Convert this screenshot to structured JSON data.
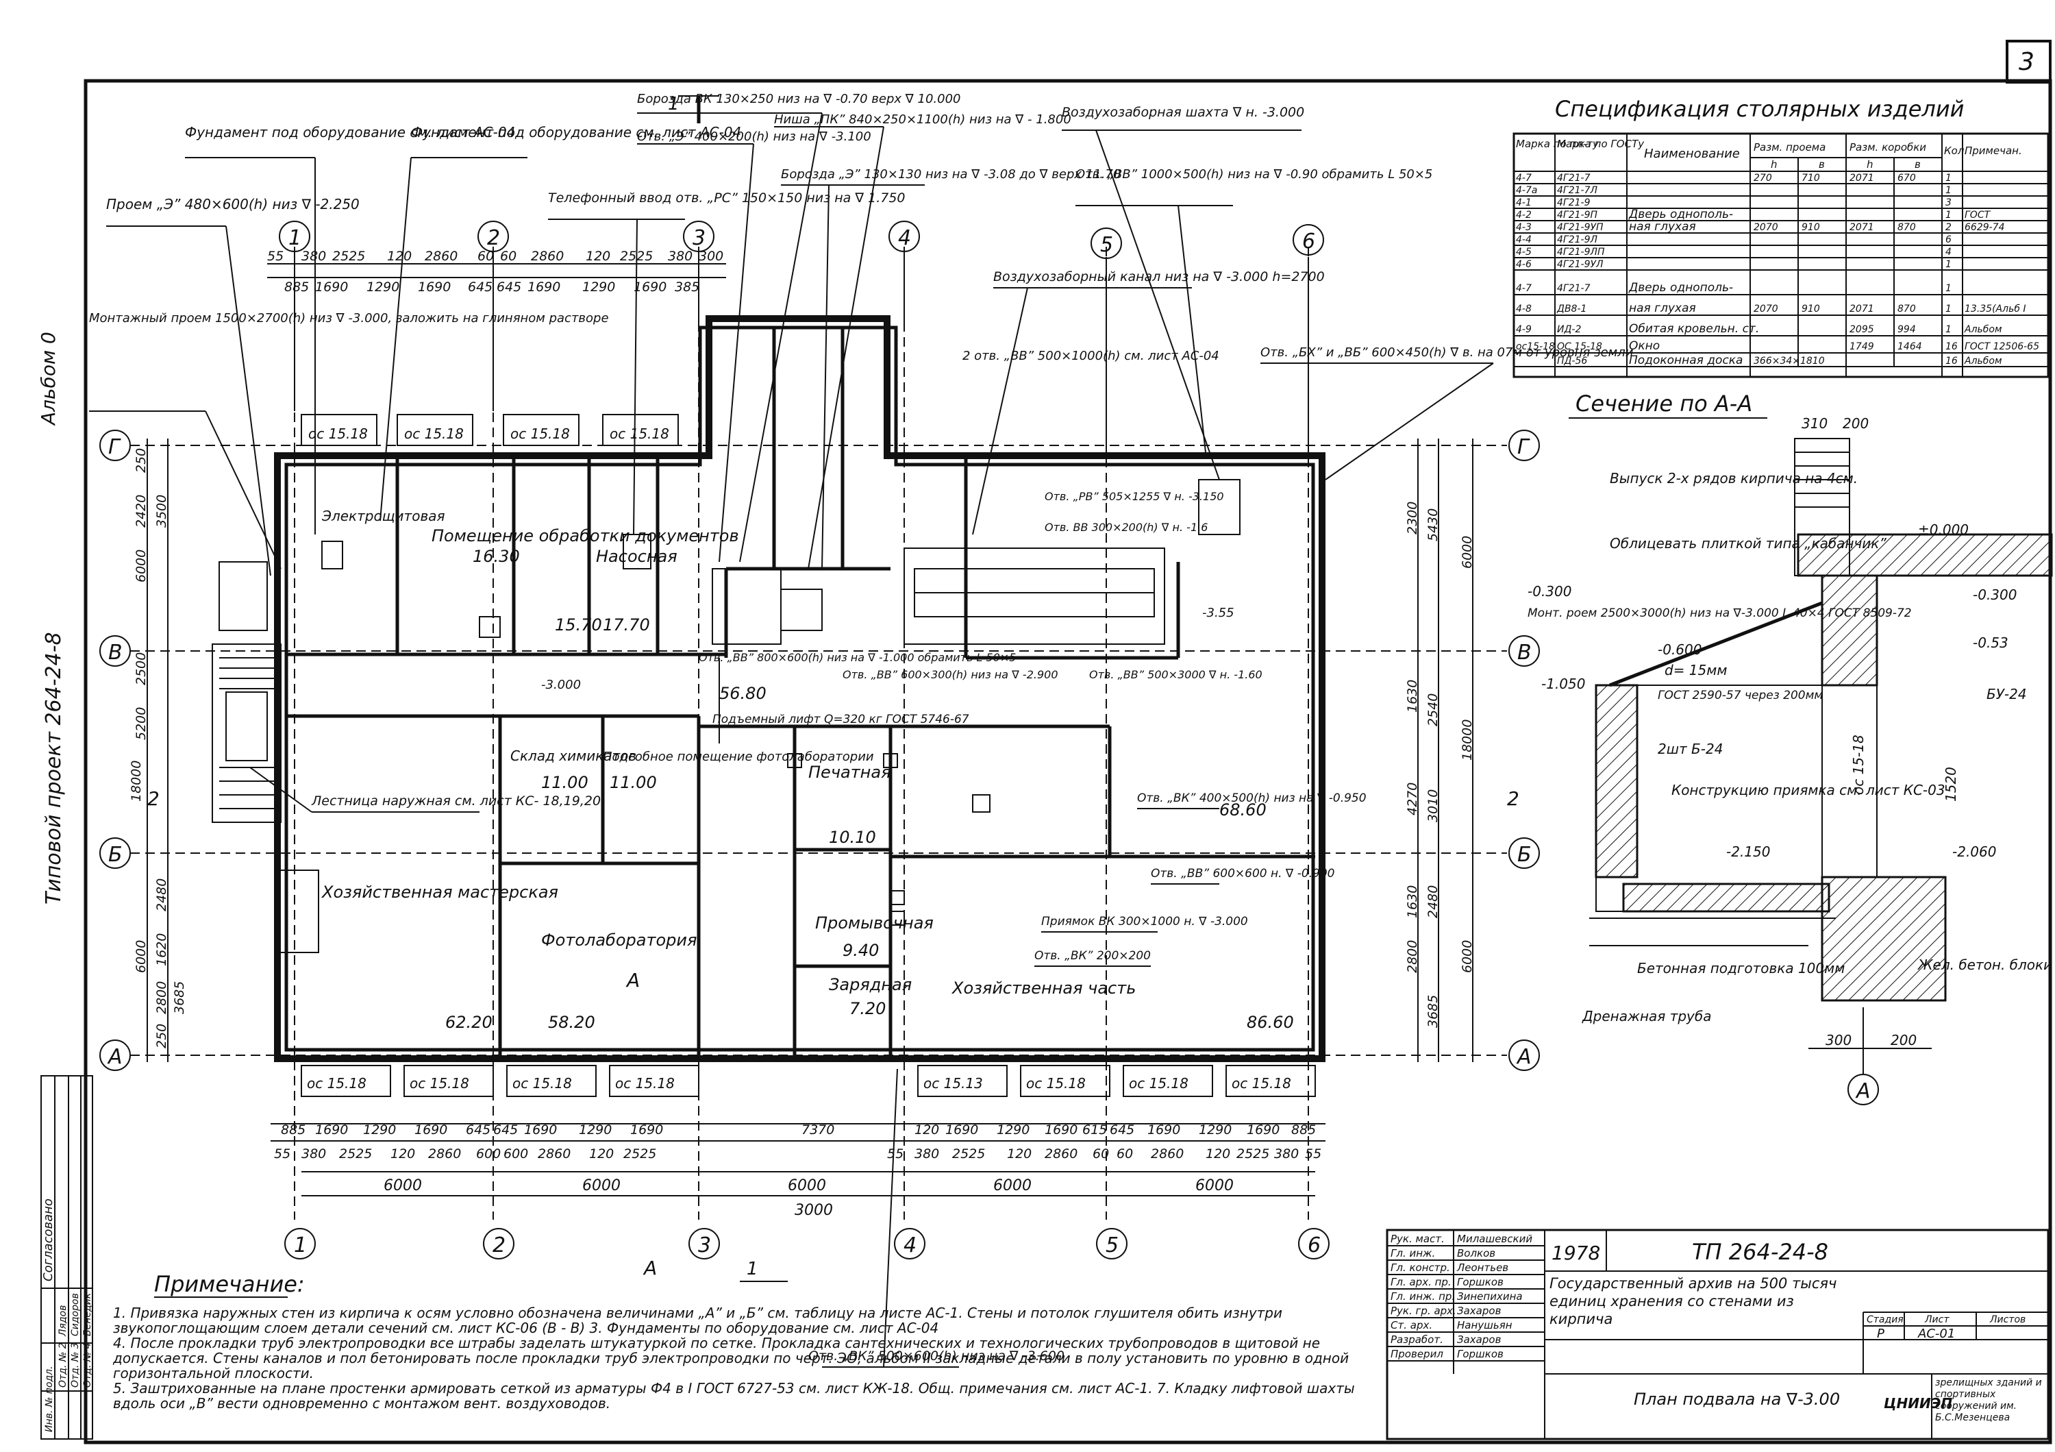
{
  "sheet_number": "3",
  "album_label": "Альбом 0",
  "side_project": "Типовой проект 264-24-8",
  "spec": {
    "title": "Спецификация столярных изделий",
    "headers": [
      "Марка по пл-ту",
      "Марка по ГОСТу",
      "Наименование",
      "Разм. проема",
      "Разм. коробки",
      "Кол.",
      "Примечан."
    ],
    "sub_headers": [
      "h",
      "в",
      "h",
      "в"
    ],
    "rows": [
      [
        "4-7",
        "4Г21-7",
        "",
        "270",
        "710",
        "2071",
        "670",
        "1",
        ""
      ],
      [
        "4-7а",
        "4Г21-7Л",
        "",
        "",
        "",
        "",
        "",
        "1",
        ""
      ],
      [
        "4-1",
        "4Г21-9",
        "",
        "",
        "",
        "",
        "",
        "3",
        ""
      ],
      [
        "4-2",
        "4Г21-9П",
        "Дверь однополь-",
        "",
        "",
        "",
        "",
        "1",
        "ГОСТ"
      ],
      [
        "4-3",
        "4Г21-9УП",
        "ная глухая",
        "2070",
        "910",
        "2071",
        "870",
        "2",
        "6629-74"
      ],
      [
        "4-4",
        "4Г21-9Л",
        "",
        "",
        "",
        "",
        "",
        "6",
        ""
      ],
      [
        "4-5",
        "4Г21-9ЛП",
        "",
        "",
        "",
        "",
        "",
        "4",
        ""
      ],
      [
        "4-6",
        "4Г21-9УЛ",
        "",
        "",
        "",
        "",
        "",
        "1",
        ""
      ],
      [
        "4-7",
        "4Г21-7",
        "Дверь однополь-",
        "",
        "",
        "",
        "",
        "1",
        ""
      ],
      [
        "4-8",
        "ДВ8-1",
        "ная глухая",
        "2070",
        "910",
        "2071",
        "870",
        "1",
        "13.35(Альб I"
      ],
      [
        "4-9",
        "ИД-2",
        "Обитая кровельн. ст.",
        "",
        "",
        "2095",
        "994",
        "1",
        "Альбом"
      ],
      [
        "ос15-18",
        "ОС 15-18",
        "Окно",
        "",
        "",
        "1749",
        "1464",
        "16",
        "ГОСТ 12506-65"
      ],
      [
        "",
        "ПД-56",
        "Подоконная доска",
        "366×34×1810",
        "",
        "",
        "",
        "16",
        "Альбом"
      ]
    ]
  },
  "section": {
    "title": "Сечение по А-А",
    "labels": [
      "Выпуск 2-х рядов кирпича на 4см.",
      "Облицевать плиткой типа „кабанчик”",
      "Монт. роем 2500×3000(h) низ на ∇-3.000 L 40×4 ГОСТ 8509-72",
      "d= 15мм",
      "ГОСТ 2590-57 через 200мм",
      "2шт Б-24",
      "Конструкцию приямка см. лист КС-03",
      "Бетонная подготовка 100мм",
      "Дренажная труба",
      "Жел. бетон. блоки",
      "БУ-24"
    ],
    "levels": [
      "±0.000",
      "-0.300",
      "-0.300",
      "-0.600",
      "-0.53",
      "-1.050",
      "-2.150",
      "-2.060",
      "1520",
      "ос 15-18"
    ],
    "dims": [
      "310",
      "200",
      "300",
      "200"
    ],
    "axis": "А"
  },
  "plan": {
    "axes_top": [
      "1",
      "2",
      "3",
      "4",
      "5",
      "6"
    ],
    "axes_side": [
      "Г",
      "В",
      "Б",
      "А"
    ],
    "rooms": [
      {
        "name": "Помещение обработки документов",
        "area": "16.30"
      },
      {
        "name": "Насосная",
        "area": "17.70"
      },
      {
        "name": "Электрощитовая",
        "area": "15.70"
      },
      {
        "name": "Склад химикатов",
        "area": "11.00"
      },
      {
        "name": "Подсобное помещение фотолаборатории",
        "area": "11.00"
      },
      {
        "name": "Печатная",
        "area": "10.10"
      },
      {
        "name": "Хозяйственная мастерская",
        "area": "62.20"
      },
      {
        "name": "Фотолаборатория",
        "area": "58.20"
      },
      {
        "name": "Промывочная",
        "area": "9.40"
      },
      {
        "name": "Зарядная",
        "area": "7.20"
      },
      {
        "name": "Хозяйственная часть",
        "area": "86.60"
      },
      {
        "name": "",
        "area": "56.80"
      },
      {
        "name": "",
        "area": "68.60"
      }
    ],
    "windows": [
      "ос 15.18",
      "ос 15.18",
      "ос 15.18",
      "ос 15.18",
      "ос 15.18",
      "ос 15.13",
      "ос 15.18",
      "ос 15.18",
      "ос 15.18"
    ],
    "callouts": [
      "Фундамент под оборудование см. лист АС-04",
      "Фундамент под оборудование см. лист АС-04",
      "Проем „Э” 480×600(h) низ ∇ -2.250",
      "Телефонный ввод отв. „РС” 150×150 низ на ∇ 1.750",
      "Борозда ВК 130×250 низ на ∇ -0.70 верх ∇ 10.000",
      "Отв. „Э” 400×200(h) низ на ∇ -3.100",
      "Ниша „ПК” 840×250×1100(h) низ на ∇ - 1.800",
      "Борозда „Э” 130×130 низ на ∇ -3.08 до ∇ верх 11.70",
      "Воздухозаборная шахта ∇ н. -3.000",
      "Отв. „ВВ” 1000×500(h) низ на ∇ -0.90 обрамить L 50×5",
      "Воздухозаборный канал низ на ∇ -3.000 h=2700",
      "2 отв. „ВВ” 500×1000(h) см. лист АС-04",
      "Отв. „БХ” и „ВБ” 600×450(h) ∇ в. на 07м от уровня земли",
      "Монтажный проем 1500×2700(h) низ ∇ -3.000, заложить на глиняном растворе",
      "Лестница наружная см. лист КС- 18,19,20",
      "Подъемный лифт Q=320 кг ГОСТ 5746-67",
      "Отв. „ВК” 400×500(h) низ на ∇ -0.950",
      "Отв. „ВВ” 600×600 н. ∇ -0.900",
      "Приямок ВК 300×1000 н. ∇ -3.000",
      "Отв. „ВК” 200×200",
      "Отв. „ВК” 500×600(h) низ на ∇ -3.600",
      "Отв. „ВВ” 800×600(h) низ на ∇ -1.000 обрамить L 50×5",
      "Отв. „ВВ” 600×300(h) низ на ∇ -2.900",
      "Отв. „ВВ” 500×3000 ∇ н. -1.60",
      "Отв. „РВ” 505×1255 ∇ н. -3.150",
      "Отв. ВВ 300×200(h) ∇ н. -1.6",
      "-3.55",
      "-3.000"
    ],
    "dims_top": [
      "55",
      "380",
      "2525",
      "120",
      "2860",
      "60",
      "60",
      "2860",
      "120",
      "2525",
      "380",
      "300"
    ],
    "dims_top2": [
      "885",
      "1690",
      "1290",
      "1690",
      "645",
      "645",
      "1690",
      "1290",
      "1690",
      "385"
    ],
    "dims_bottom": [
      "885",
      "1690",
      "1290",
      "1690",
      "645",
      "645",
      "1690",
      "1290",
      "1690",
      "7370",
      "120",
      "1690",
      "1290",
      "1690",
      "615",
      "645",
      "1690",
      "1290",
      "1690",
      "885"
    ],
    "dims_bottom2": [
      "55",
      "380",
      "2525",
      "120",
      "2860",
      "600",
      "600",
      "2860",
      "120",
      "2525",
      "55",
      "380",
      "2525",
      "120",
      "2860",
      "60",
      "60",
      "2860",
      "120",
      "2525",
      "380",
      "55"
    ],
    "spans_bottom": [
      "6000",
      "6000",
      "6000",
      "6000",
      "6000"
    ],
    "total_bottom": "3000",
    "dims_left": [
      "250",
      "2420",
      "3500",
      "6000",
      "2500",
      "5200",
      "18000",
      "2480",
      "1620",
      "2800",
      "3685",
      "6000",
      "250"
    ],
    "dims_right": [
      "2300",
      "5430",
      "6000",
      "1630",
      "2540",
      "18000",
      "4270",
      "3010",
      "6000",
      "2480",
      "1630",
      "2800",
      "3685"
    ],
    "section_marks": [
      "1",
      "1",
      "2",
      "2",
      "А",
      "А"
    ]
  },
  "notes": {
    "title": "Примечание:",
    "items": [
      "1. Привязка наружных стен из кирпича к осям условно обозначена величинами „А” и „Б” см. таблицу на листе АС-1. Стены и потолок глушителя обить изнутри звукопоглощающим слоем детали сечений см. лист КС-06 (В - В) 3. Фундаменты по оборудование см. лист АС-04",
      "4. После прокладки труб электропроводки все штрабы заделать штукатуркой по сетке. Прокладка сантехнических и технологических трубопроводов в щитовой не допускается. Стены каналов и пол бетонировать после прокладки труб электропроводки по черт. ЭО, альбом II закладные детали в полу установить по уровню в одной горизонтальной плоскости.",
      "5. Заштрихованные на плане простенки армировать сеткой из арматуры Ф4 в I ГОСТ 6727-53 см. лист КЖ-18. Общ. примечания см. лист АС-1. 7. Кладку лифтовой шахты вдоль оси „В” вести одновременно с монтажом вент. воздуховодов."
    ]
  },
  "left_stamp": [
    "Согласовано",
    "Инв. № подл.",
    "Отд. № 2",
    "Отд. № 3",
    "Отд. № 4",
    "Лядов",
    "Сидоров",
    "Бенедик"
  ],
  "title_block": {
    "roles": [
      [
        "Рук. маст.",
        "Милашевский"
      ],
      [
        "Гл. инж.",
        "Волков"
      ],
      [
        "Гл. констр.",
        "Леонтьев"
      ],
      [
        "Гл. арх. пр.",
        "Горшков"
      ],
      [
        "Гл. инж. пр.",
        "Зинепихина"
      ],
      [
        "Рук. гр. арх.",
        "Захаров"
      ],
      [
        "Ст. арх.",
        "Нанушьян"
      ],
      [
        "Разработ.",
        "Захаров"
      ],
      [
        "Проверил",
        "Горшков"
      ]
    ],
    "year": "1978",
    "project_code": "ТП 264-24-8",
    "description": "Государственный архив на 500 тысяч единиц хранения со стенами из кирпича",
    "stage_header": "Стадия",
    "sheet_header": "Лист",
    "sheets_header": "Листов",
    "stage": "Р",
    "sheet": "АС-01",
    "drawing_title": "План подвала на ∇-3.00",
    "org_logo": "ЦНИИЭП",
    "org_name": "зрелищных зданий и спортивных сооружений им. Б.С.Мезенцева"
  }
}
